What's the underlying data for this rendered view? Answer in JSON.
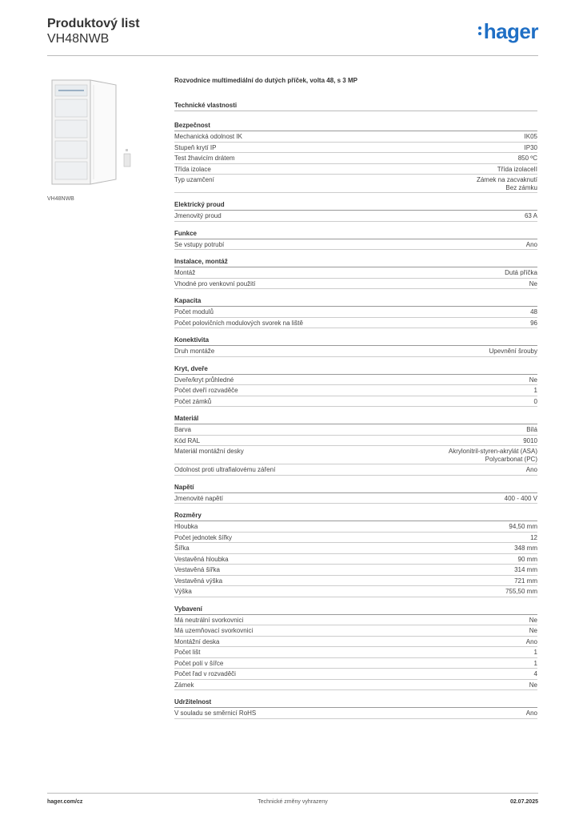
{
  "header": {
    "title": "Produktový list",
    "subtitle": "VH48NWB",
    "logo": "hager"
  },
  "image_caption": "VH48NWB",
  "description": "Rozvodnice multimediální do dutých příček, volta 48, s 3 MP",
  "tech_title": "Technické vlastnosti",
  "sections": [
    {
      "title": "Bezpečnost",
      "rows": [
        {
          "label": "Mechanická odolnost IK",
          "value": "IK05"
        },
        {
          "label": "Stupeň krytí IP",
          "value": "IP30"
        },
        {
          "label": "Test žhavicím drátem",
          "value": "850 ºC"
        },
        {
          "label": "Třída izolace",
          "value": "Třída izolaceII"
        },
        {
          "label": "Typ uzamčení",
          "value": "Zámek na zacvaknutí\nBez zámku"
        }
      ]
    },
    {
      "title": "Elektrický proud",
      "rows": [
        {
          "label": "Jmenovitý proud",
          "value": "63 A"
        }
      ]
    },
    {
      "title": "Funkce",
      "rows": [
        {
          "label": "Se vstupy potrubí",
          "value": "Ano"
        }
      ]
    },
    {
      "title": "Instalace, montáž",
      "rows": [
        {
          "label": "Montáž",
          "value": "Dutá příčka"
        },
        {
          "label": "Vhodné pro venkovní použití",
          "value": "Ne"
        }
      ]
    },
    {
      "title": "Kapacita",
      "rows": [
        {
          "label": "Počet modulů",
          "value": "48"
        },
        {
          "label": "Počet polovičních modulových svorek na liště",
          "value": "96"
        }
      ]
    },
    {
      "title": "Konektivita",
      "rows": [
        {
          "label": "Druh montáže",
          "value": "Upevnění šrouby"
        }
      ]
    },
    {
      "title": "Kryt, dveře",
      "rows": [
        {
          "label": "Dveře/kryt průhledné",
          "value": "Ne"
        },
        {
          "label": "Počet dveří rozvaděče",
          "value": "1"
        },
        {
          "label": "Počet zámků",
          "value": "0"
        }
      ]
    },
    {
      "title": "Materiál",
      "rows": [
        {
          "label": "Barva",
          "value": "Bílá"
        },
        {
          "label": "Kód RAL",
          "value": "9010"
        },
        {
          "label": "Materiál montážní desky",
          "value": "Akrylonitril-styren-akrylát (ASA)\nPolycarbonat (PC)"
        },
        {
          "label": "Odolnost proti ultrafialovému záření",
          "value": "Ano"
        }
      ]
    },
    {
      "title": "Napětí",
      "rows": [
        {
          "label": "Jmenovité napětí",
          "value": "400 - 400 V"
        }
      ]
    },
    {
      "title": "Rozměry",
      "rows": [
        {
          "label": "Hloubka",
          "value": "94,50 mm"
        },
        {
          "label": "Počet jednotek šířky",
          "value": "12"
        },
        {
          "label": "Šířka",
          "value": "348 mm"
        },
        {
          "label": "Vestavěná hloubka",
          "value": "90 mm"
        },
        {
          "label": "Vestavěná šířka",
          "value": "314 mm"
        },
        {
          "label": "Vestavěná výška",
          "value": "721 mm"
        },
        {
          "label": "Výška",
          "value": "755,50 mm"
        }
      ]
    },
    {
      "title": "Vybavení",
      "rows": [
        {
          "label": "Má neutrální svorkovnici",
          "value": "Ne"
        },
        {
          "label": "Má uzemňovací svorkovnici",
          "value": "Ne"
        },
        {
          "label": "Montážní deska",
          "value": "Ano"
        },
        {
          "label": "Počet lišt",
          "value": "1"
        },
        {
          "label": "Počet polí v šířce",
          "value": "1"
        },
        {
          "label": "Počet řad v rozvaděči",
          "value": "4"
        },
        {
          "label": "Zámek",
          "value": "Ne"
        }
      ]
    },
    {
      "title": "Udržitelnost",
      "rows": [
        {
          "label": "V souladu se směrnicí RoHS",
          "value": "Ano"
        }
      ]
    }
  ],
  "footer": {
    "left": "hager.com/cz",
    "center": "Technické změny vyhrazeny",
    "right": "02.07.2025"
  }
}
